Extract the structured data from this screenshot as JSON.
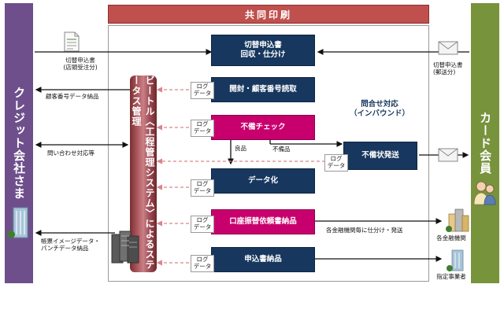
{
  "header": {
    "title": "共同印刷"
  },
  "left_column": {
    "title": "クレジット会社さま"
  },
  "right_column": {
    "title": "カード会員"
  },
  "cylinder": {
    "title": "ビートル〈工程管理システム〉によるステータス管理"
  },
  "boxes": {
    "collect": "切替申込書\n回収・仕分け",
    "open": "開封・顧客番号読取",
    "defect": "不備チェック",
    "data": "データ化",
    "transfer": "口座振替依頼書納品",
    "deliver": "申込書納品",
    "defect_ship": "不備状発送",
    "inquiry": "問合せ対応\n（インバウンド）"
  },
  "log_label": "ログ\nデータ",
  "labels": {
    "store": "切替申込書\n(店頭受注分)",
    "mail": "切替申込書\n(郵送分)",
    "customer_no": "顧客番号データ納品",
    "inquiry_handling": "問い合わせ対応等",
    "good": "良品",
    "defective": "不備品",
    "sort_ship": "各金融機関毎に仕分け・発送",
    "image_data": "帳票イメージデータ・\nパンチデータ納品",
    "banks": "各金融機関",
    "vendor": "指定事業者"
  },
  "colors": {
    "purple": "#6e4f8c",
    "green": "#77933c",
    "header_red": "#c0504d",
    "navy": "#17375e",
    "magenta": "#c8006e",
    "dashed_red": "#d9868a"
  }
}
